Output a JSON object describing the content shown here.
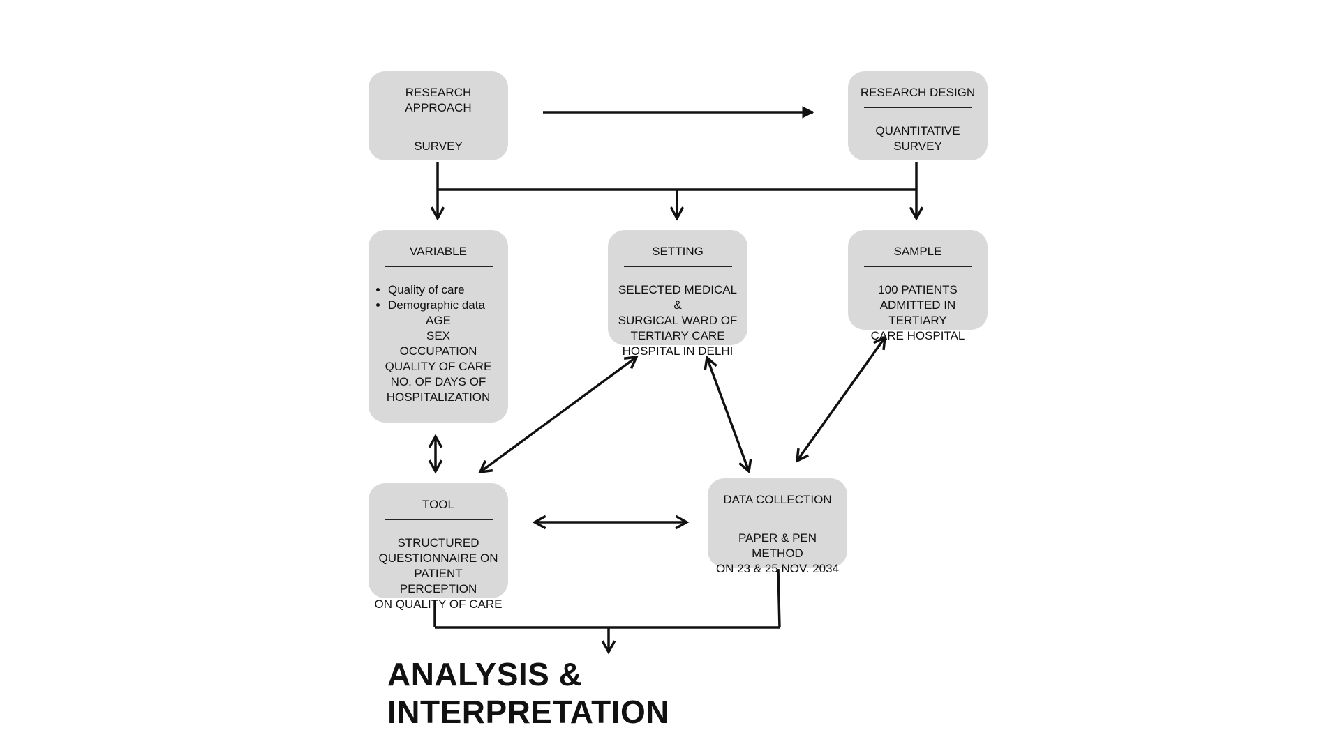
{
  "boxes": {
    "approach": {
      "title": "RESEARCH APPROACH",
      "body": "SURVEY"
    },
    "design": {
      "title": "RESEARCH DESIGN",
      "body": "QUANTITATIVE SURVEY"
    },
    "variable": {
      "title": "VARIABLE",
      "bullets": [
        "Quality of care",
        "Demographic data"
      ],
      "lines": [
        "AGE",
        "SEX",
        "OCCUPATION",
        "QUALITY OF CARE",
        "NO. OF DAYS OF",
        "HOSPITALIZATION"
      ]
    },
    "setting": {
      "title": "SETTING",
      "lines": [
        "SELECTED MEDICAL &",
        "SURGICAL WARD OF",
        "TERTIARY CARE",
        "HOSPITAL IN DELHI"
      ]
    },
    "sample": {
      "title": "SAMPLE",
      "lines": [
        "100 PATIENTS",
        "ADMITTED IN TERTIARY",
        "CARE HOSPITAL"
      ]
    },
    "tool": {
      "title": "TOOL",
      "lines": [
        "STRUCTURED",
        "QUESTIONNAIRE ON",
        "PATIENT PERCEPTION",
        "ON QUALITY OF CARE"
      ]
    },
    "data_collection": {
      "title": "DATA COLLECTION",
      "lines": [
        "PAPER & PEN METHOD",
        "ON 23 & 25 NOV. 2034"
      ]
    }
  },
  "footer": {
    "title": "ANALYSIS & INTERPRETATION"
  },
  "colors": {
    "box_fill": "#d9d9d9",
    "line": "#111111",
    "background": "#ffffff"
  }
}
